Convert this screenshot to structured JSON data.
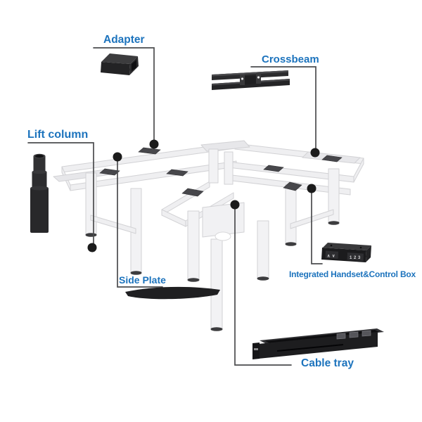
{
  "labels": {
    "adapter": "Adapter",
    "crossbeam": "Crossbeam",
    "lift_column": "Lift column",
    "side_plate": "Side Plate",
    "handset": "Integrated Handset&Control Box",
    "cable_tray": "Cable tray"
  },
  "handset_display": {
    "up_down": "∧ ∨",
    "presets": "1 2 3"
  },
  "colors": {
    "label_blue": "#1c73bd",
    "callout_line": "#4b4c4e",
    "dot_black": "#1b1b1b",
    "part_dark": "#262628",
    "frame_fill": "#efeff1",
    "frame_stroke": "#d2d2d5"
  }
}
